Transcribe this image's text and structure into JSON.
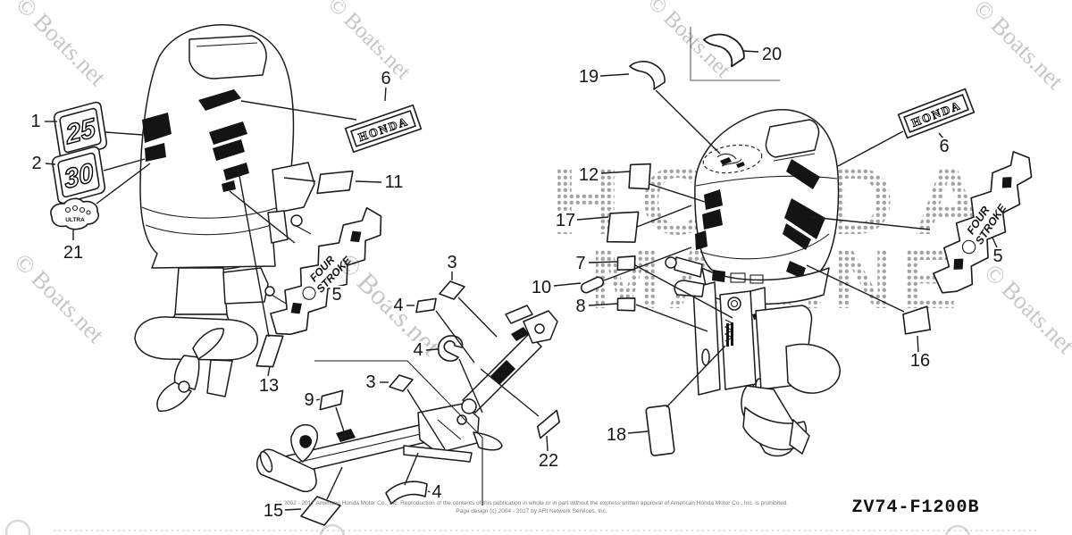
{
  "watermark": {
    "text": "© Boats.net",
    "color": "#c6c6c6"
  },
  "halftone": {
    "line1": "HONDA",
    "line2": "MARINE",
    "dot_color": "#a3a3a3"
  },
  "decals": {
    "hp_25": "25",
    "hp_30": "30",
    "ultra": "ULTRA",
    "honda_left": "HONDA",
    "honda_right": "HONDA",
    "four_stroke_left_word1": "FOUR",
    "four_stroke_left_word2": "STROKE",
    "four_stroke_right_word1": "FOUR",
    "four_stroke_right_word2": "STROKE"
  },
  "callouts": [
    {
      "label": "1"
    },
    {
      "label": "2"
    },
    {
      "label": "21"
    },
    {
      "label": "6"
    },
    {
      "label": "11"
    },
    {
      "label": "5"
    },
    {
      "label": "13"
    },
    {
      "label": "3"
    },
    {
      "label": "4"
    },
    {
      "label": "4"
    },
    {
      "label": "3"
    },
    {
      "label": "9"
    },
    {
      "label": "15"
    },
    {
      "label": "4"
    },
    {
      "label": "22"
    },
    {
      "label": "19"
    },
    {
      "label": "20"
    },
    {
      "label": "12"
    },
    {
      "label": "17"
    },
    {
      "label": "7"
    },
    {
      "label": "10"
    },
    {
      "label": "8"
    },
    {
      "label": "18"
    },
    {
      "label": "16"
    },
    {
      "label": "6"
    },
    {
      "label": "5"
    }
  ],
  "footer": {
    "copyright_line1": "(c) 2002 - 2017 American Honda Motor Co., Inc. Reproduction of the contents of this publication in whole or in part without the express written approval of American Honda Motor Co., Inc. is prohibited.",
    "copyright_line2": "Page design (c) 2004 - 2017 by ARI Network Services, Inc.",
    "diagram_code": "ZV74-F1200B"
  }
}
